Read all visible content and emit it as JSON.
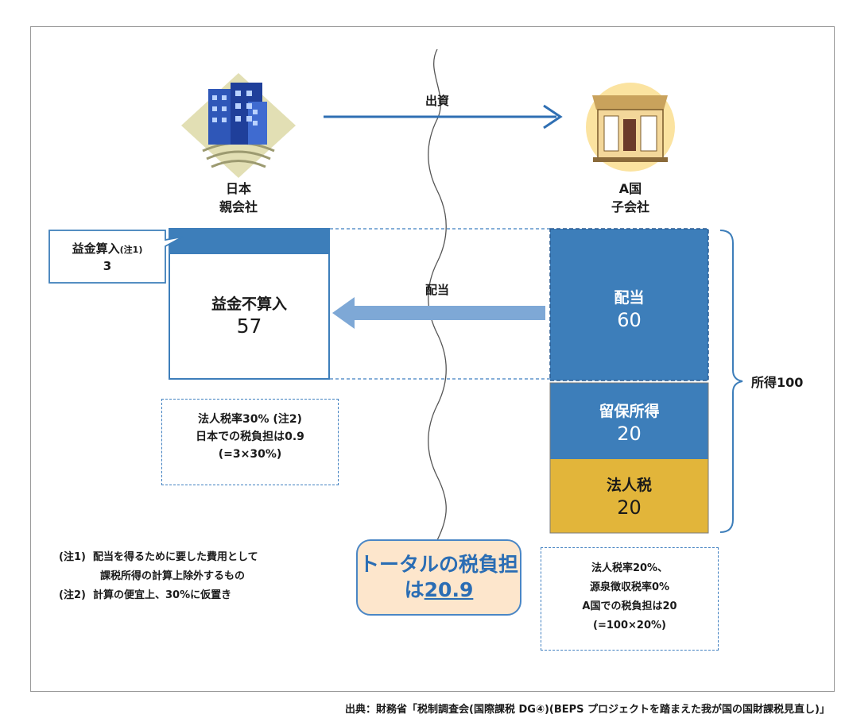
{
  "parent": {
    "line1": "日本",
    "line2": "親会社"
  },
  "subsidiary": {
    "line1": "A国",
    "line2": "子会社"
  },
  "flows": {
    "investment": "出資",
    "dividend": "配当"
  },
  "parent_box": {
    "callout_title": "益金算入",
    "callout_note": "(注1)",
    "callout_value": "3",
    "excluded_label": "益金不算入",
    "excluded_value": "57"
  },
  "sub_box": {
    "dividend_label": "配当",
    "dividend_value": "60",
    "retained_label": "留保所得",
    "retained_value": "20",
    "tax_label": "法人税",
    "tax_value": "20",
    "income_label": "所得100"
  },
  "japan_tax": {
    "line1": "法人税率30% (注2)",
    "line2": "日本での税負担は0.9",
    "line3": "(=3×30%)"
  },
  "a_tax": {
    "line1": "法人税率20%、",
    "line2": "源泉徴収税率0%",
    "line3": "A国での税負担は20",
    "line4": "(=100×20%)"
  },
  "total": {
    "line1": "トータルの税負担",
    "line2_prefix": "は",
    "line2_value": "20.9"
  },
  "notes": {
    "n1_tag": "(注1)",
    "n1_line1": "配当を得るために要した費用として",
    "n1_line2": "課税所得の計算上除外するもの",
    "n2_tag": "(注2)",
    "n2_line1": "計算の便宜上、30%に仮置き"
  },
  "source": "出典：財務省「税制調査会(国際課税 DG④)(BEPS プロジェクトを踏まえた我が国の国財課税見直し)」",
  "colors": {
    "blue_dark": "#3d7eba",
    "blue_light": "#7ea8d6",
    "gold": "#e2b53a",
    "arrow": "#2f6fb3",
    "callout_bg": "#fde6cc"
  }
}
